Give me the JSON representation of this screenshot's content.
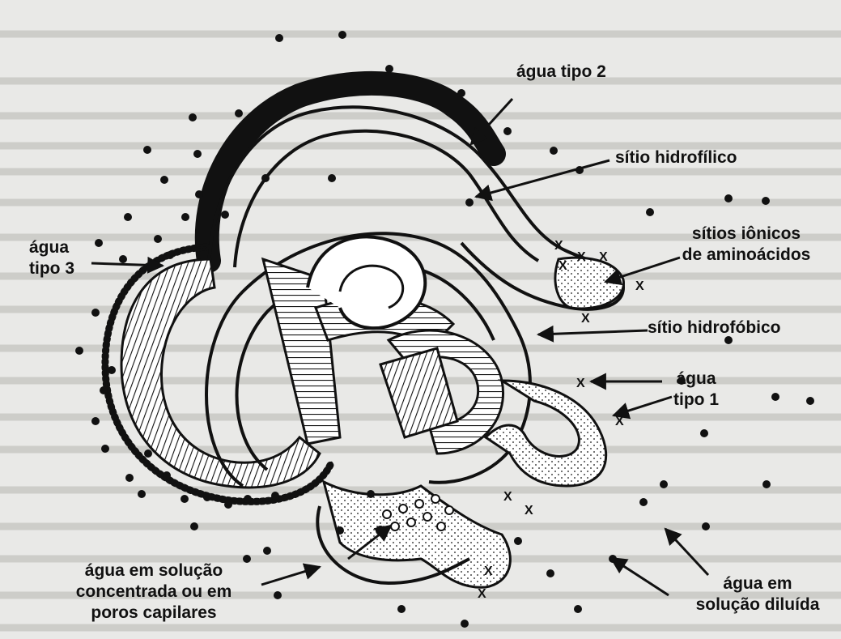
{
  "labels": {
    "agua_tipo_2": "água tipo 2",
    "sitio_hidrofilico": "sítio hidrofílico",
    "sitios_ionicos_1": "sítios iônicos",
    "sitios_ionicos_2": "de aminoácidos",
    "agua_tipo_3_1": "água",
    "agua_tipo_3_2": "tipo 3",
    "sitio_hidrofobico": "sítio hidrofóbico",
    "agua_tipo_1_1": "água",
    "agua_tipo_1_2": "tipo 1",
    "solucao_concentrada_1": "água em solução",
    "solucao_concentrada_2": "concentrada ou em",
    "solucao_concentrada_3": "poros capilares",
    "solucao_diluida_1": "água em",
    "solucao_diluida_2": "solução diluída"
  },
  "colors": {
    "ink": "#111111",
    "page": "#e9e9e7",
    "background_text": "#b8b8b4"
  }
}
